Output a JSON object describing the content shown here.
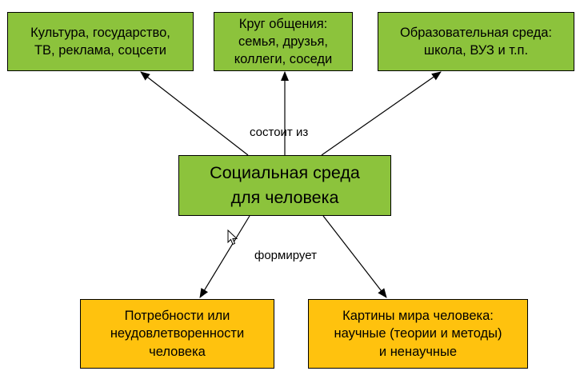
{
  "colors": {
    "green_box": "#8cc33c",
    "yellow_box": "#ffc20e",
    "border": "#000000",
    "arrow": "#000000"
  },
  "nodes": {
    "culture": "Культура, государство,\nТВ, реклама, соцсети",
    "circle": "Круг общения:\nсемья, друзья,\nколлеги, соседи",
    "education": "Образовательная среда:\nшкола, ВУЗ и т.п.",
    "center": "Социальная среда\nдля человека",
    "needs": "Потребности или\nнеудовлетворенности\nчеловека",
    "worldview": "Картины мира человека:\nнаучные (теории и методы)\nи ненаучные"
  },
  "edge_labels": {
    "consists_of": "состоит из",
    "forms": "формирует"
  },
  "icons": {
    "cursor": "mouse-pointer-icon"
  }
}
